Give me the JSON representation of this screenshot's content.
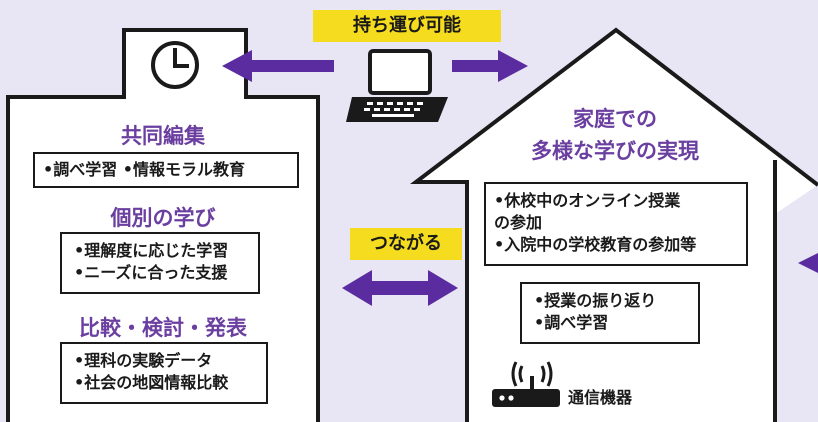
{
  "colors": {
    "background": "#e8e6f4",
    "accent_purple": "#5a2ca0",
    "heading_purple": "#6b3fa0",
    "tag_yellow": "#f5dc1e"
  },
  "top_tag": "持ち運び可能",
  "middle_tag": "つながる",
  "school": {
    "icon": "clock-icon",
    "headings": [
      "共同編集",
      "個別の学び",
      "比較・検討・発表"
    ],
    "box1": [
      "•調べ学習 •情報モラル教育"
    ],
    "box2": [
      "•理解度に応じた学習",
      "•ニーズに合った支援"
    ],
    "box3": [
      "•理科の実験データ",
      "•社会の地図情報比較"
    ]
  },
  "laptop_icon": "laptop-icon",
  "home": {
    "title_lines": [
      "家庭での",
      "多様な学びの実現"
    ],
    "box1": [
      "•休校中のオンライン授業",
      "の参加",
      "•入院中の学校教育の参加等"
    ],
    "box2": [
      "•授業の振り返り",
      "•調べ学習"
    ],
    "router_icon": "router-icon",
    "router_label": "通信機器"
  }
}
